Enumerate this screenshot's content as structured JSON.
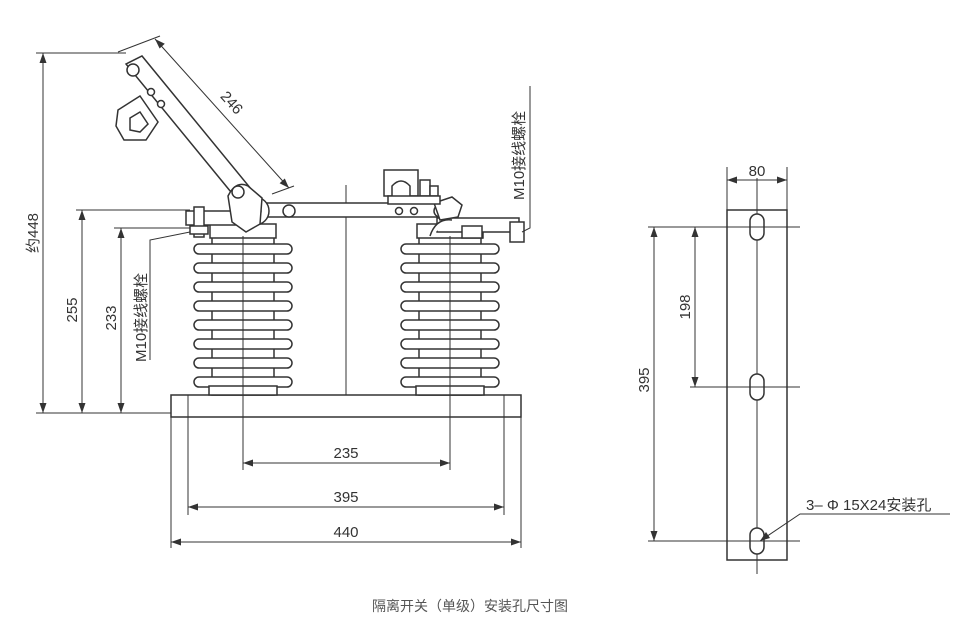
{
  "front_view": {
    "dim_overall_height": "约448",
    "dim_base_to_contact": "255",
    "dim_base_to_terminal": "233",
    "dim_blade_length": "246",
    "dim_insulator_spacing": "235",
    "dim_base_hole_spacing": "395",
    "dim_base_length": "440",
    "label_terminal_left": "M10接线螺栓",
    "label_terminal_right": "M10接线螺栓"
  },
  "side_view": {
    "dim_width": "80",
    "dim_hole_pitch": "198",
    "dim_hole_span": "395",
    "label_holes": "3– Φ 15X24安装孔"
  },
  "caption": "隔离开关（单级）安装孔尺寸图",
  "colors": {
    "line": "#333333",
    "caption": "#555555",
    "background": "#ffffff"
  }
}
